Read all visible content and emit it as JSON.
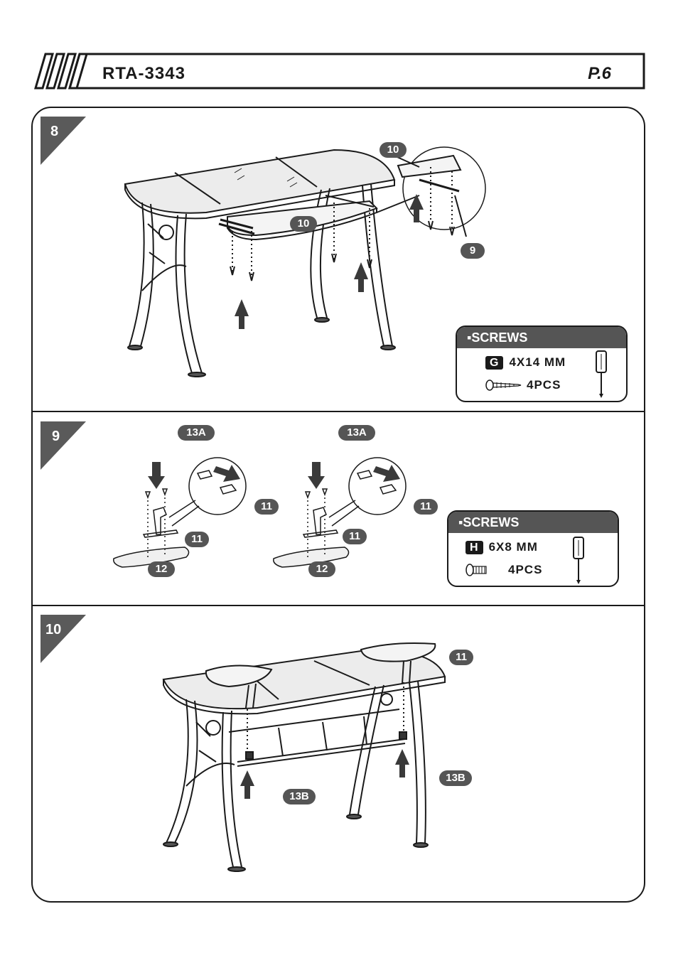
{
  "header": {
    "model": "RTA-3343",
    "page": "P.6"
  },
  "steps": [
    {
      "number": "8",
      "callouts": {
        "shelf_top": "10",
        "shelf_main": "10",
        "slide": "9"
      },
      "screws": {
        "title": "SCREWS",
        "code": "G",
        "size": "4X14 MM",
        "qty": "4PCS"
      }
    },
    {
      "number": "9",
      "callouts": {
        "a_13a": "13A",
        "a_11_top": "11",
        "a_11_bottom": "11",
        "a_12": "12",
        "b_13a": "13A",
        "b_11_top": "11",
        "b_11_bottom": "11",
        "b_12": "12"
      },
      "screws": {
        "title": "SCREWS",
        "code": "H",
        "size": "6X8 MM",
        "qty": "4PCS"
      }
    },
    {
      "number": "10",
      "callouts": {
        "post": "11",
        "knob_left": "13B",
        "knob_right": "13B"
      }
    }
  ]
}
